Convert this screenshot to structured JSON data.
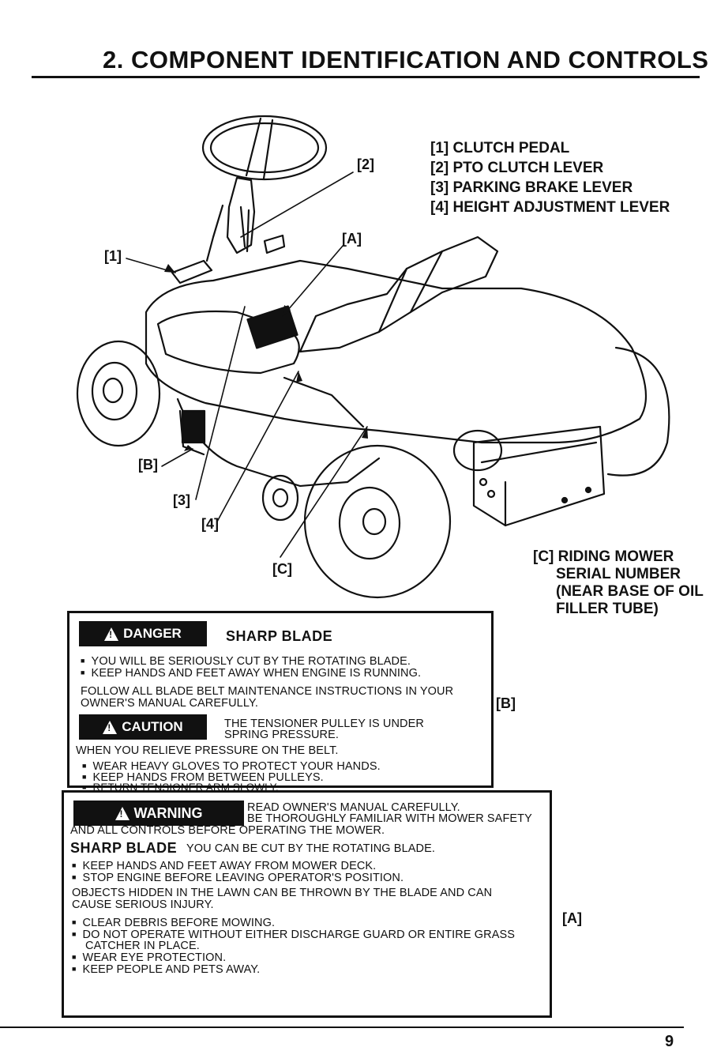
{
  "header": {
    "title": "2. COMPONENT IDENTIFICATION AND CONTROLS"
  },
  "legend": {
    "items": [
      "[1] CLUTCH PEDAL",
      "[2] PTO CLUTCH LEVER",
      "[3] PARKING BRAKE LEVER",
      "[4] HEIGHT ADJUSTMENT LEVER"
    ]
  },
  "callouts": {
    "c1": "[1]",
    "c2": "[2]",
    "cA": "[A]",
    "cB": "[B]",
    "c3": "[3]",
    "c4": "[4]",
    "cC": "[C]",
    "side_B": "[B]",
    "side_A": "[A]"
  },
  "serial_note": {
    "line1": "[C] RIDING MOWER",
    "line2": "SERIAL NUMBER",
    "line3": "(NEAR BASE OF OIL",
    "line4": "FILLER TUBE)"
  },
  "danger_label": {
    "badge": "DANGER",
    "heading": "SHARP BLADE",
    "bullets": [
      "YOU WILL BE SERIOUSLY CUT BY THE ROTATING BLADE.",
      "KEEP HANDS AND FEET AWAY WHEN ENGINE IS RUNNING."
    ],
    "follow_line1": "FOLLOW ALL BLADE BELT MAINTENANCE INSTRUCTIONS IN YOUR",
    "follow_line2": "OWNER'S MANUAL CAREFULLY.",
    "caution_badge": "CAUTION",
    "caution_line1": "THE TENSIONER PULLEY IS UNDER",
    "caution_line2": "SPRING PRESSURE.",
    "when_line": "WHEN YOU RELIEVE PRESSURE ON THE BELT.",
    "caution_bullets": [
      "WEAR HEAVY GLOVES TO PROTECT YOUR HANDS.",
      "KEEP HANDS FROM BETWEEN PULLEYS.",
      "RETURN TENSIONER ARM SLOWLY."
    ]
  },
  "warning_label": {
    "badge": "WARNING",
    "read_line1": "READ OWNER'S MANUAL CAREFULLY.",
    "read_line2": "BE THOROUGHLY FAMILIAR WITH MOWER SAFETY",
    "read_line3": "AND ALL CONTROLS BEFORE OPERATING THE MOWER.",
    "sharp_heading": "SHARP BLADE",
    "sharp_text": "YOU CAN BE CUT BY THE ROTATING BLADE.",
    "bullets1": [
      "KEEP HANDS AND FEET AWAY FROM MOWER DECK.",
      "STOP ENGINE BEFORE LEAVING OPERATOR'S POSITION."
    ],
    "objects_line1": "OBJECTS HIDDEN IN THE LAWN CAN BE THROWN BY THE BLADE AND CAN",
    "objects_line2": "CAUSE SERIOUS INJURY.",
    "bullet_clear": "CLEAR DEBRIS BEFORE MOWING.",
    "bullet_donot1": "DO NOT OPERATE WITHOUT EITHER DISCHARGE GUARD OR ENTIRE GRASS",
    "bullet_donot2": "CATCHER IN PLACE.",
    "bullet_wear": "WEAR EYE PROTECTION.",
    "bullet_keep": "KEEP PEOPLE AND PETS AWAY."
  },
  "footer": {
    "page_number": "9"
  }
}
